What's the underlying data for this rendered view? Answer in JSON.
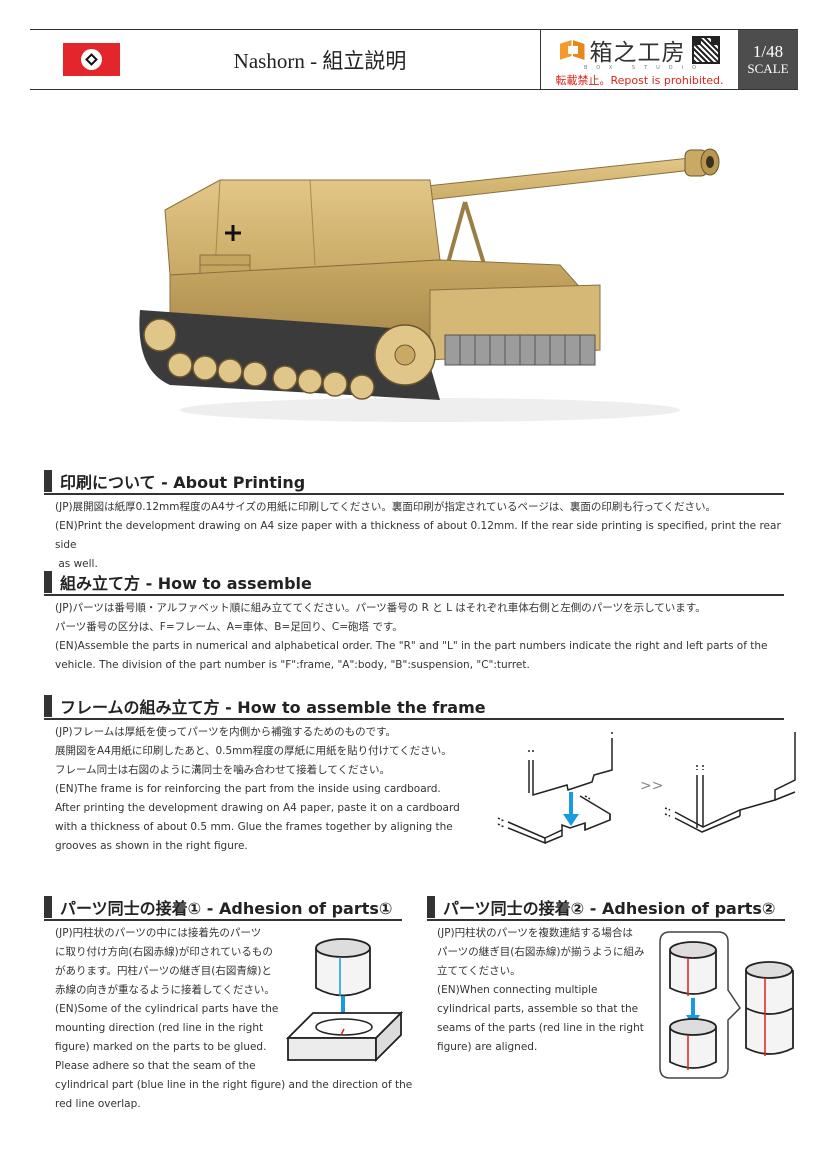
{
  "header": {
    "flag_icon": "historical-national-flag",
    "title": "Nashorn - 組立説明",
    "brand": {
      "name": "箱之工房",
      "subtitle": "BOX STUDIO",
      "warning": "転載禁止。Repost is prohibited."
    },
    "scale": {
      "ratio": "1/48",
      "label": "SCALE"
    }
  },
  "photo": {
    "subject": "Nashorn tank destroyer paper model"
  },
  "sections": {
    "printing": {
      "title": "印刷について - About Printing",
      "lines": [
        "(JP)展開図は紙厚0.12mm程度のA4サイズの用紙に印刷してください。裏面印刷が指定されているページは、裏面の印刷も行ってください。",
        "(EN)Print the development drawing on A4 size paper with a thickness of about 0.12mm. If the rear side printing is specified, print the rear side",
        " as well."
      ]
    },
    "assemble": {
      "title": "組み立て方 - How to assemble",
      "lines": [
        "(JP)パーツは番号順・アルファベット順に組み立ててください。パーツ番号の R と L はそれぞれ車体右側と左側のパーツを示しています。",
        "パーツ番号の区分は、F=フレーム、A=車体、B=足回り、C=砲塔 です。",
        "(EN)Assemble the parts in numerical and alphabetical order. The \"R\" and \"L\" in the part numbers indicate the right and left parts of the",
        "vehicle. The division of the part number is \"F\":frame, \"A\":body, \"B\":suspension, \"C\":turret."
      ]
    },
    "frame": {
      "title": "フレームの組み立て方 - How to assemble the frame",
      "lines": [
        "(JP)フレームは厚紙を使ってパーツを内側から補強するためのものです。",
        "展開図をA4用紙に印刷したあと、0.5mm程度の厚紙に用紙を貼り付けてください。",
        "フレーム同士は右図のように溝同士を噛み合わせて接着してください。",
        "(EN)The frame is for reinforcing the part from the inside using cardboard.",
        "After printing the development drawing on A4 paper, paste it on a cardboard",
        "with a thickness of about 0.5 mm. Glue the frames together by aligning the",
        "grooves as shown in the right figure."
      ],
      "figure_arrow": ">>"
    },
    "adhesion1": {
      "title": "パーツ同士の接着① - Adhesion of parts①",
      "lines": [
        "(JP)円柱状のパーツの中には接着先のパーツ",
        "に取り付け方向(右図赤線)が印されているもの",
        "があります。円柱パーツの継ぎ目(右図青線)と",
        "赤線の向きが重なるように接着してください。",
        "(EN)Some of the cylindrical parts have the",
        "mounting direction (red line in the right",
        "figure) marked on the parts to be glued.",
        "Please adhere so that the seam of the",
        "cylindrical part (blue line in the right figure) and the direction of the",
        "red line overlap."
      ]
    },
    "adhesion2": {
      "title": "パーツ同士の接着② - Adhesion of parts②",
      "lines": [
        "(JP)円柱状のパーツを複数連結する場合は",
        "パーツの継ぎ目(右図赤線)が揃うように組み",
        "立ててください。",
        "(EN)When connecting multiple",
        "cylindrical parts, assemble so that the",
        "seams of the parts (red line in the right",
        "figure) are aligned."
      ]
    }
  },
  "colors": {
    "flag_red": "#e2262b",
    "brand_orange": "#f39a2a",
    "warning_red": "#d9261c",
    "scale_bg": "#4d4d4d",
    "arrow_blue": "#1a9ae0",
    "seam_red": "#e0201c",
    "tank_sand": "#d9bd7a"
  }
}
